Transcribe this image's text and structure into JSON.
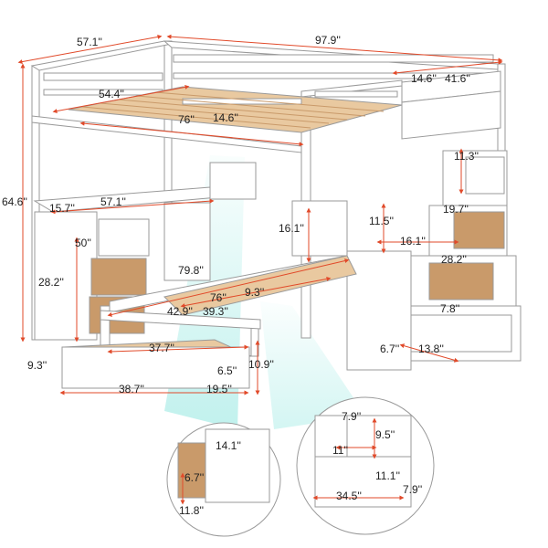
{
  "colors": {
    "furniture": "#ffffff",
    "outline": "#9a9a9a",
    "wood": "#e9c9a0",
    "drawer_inside": "#c99a6a",
    "dimension_line": "#e14a2a",
    "light_beam": "#8ee6df",
    "text": "#222222"
  },
  "dimensions": {
    "top_width": "57.1''",
    "top_length": "97.9''",
    "stair_depth": "14.6''",
    "stair_width": "41.6''",
    "mattress_width": "54.4''",
    "mattress_length": "76''",
    "guardrail_height": "14.6''",
    "overall_height": "64.6''",
    "desk_depth": "15.7''",
    "desk_length": "57.1''",
    "drawer_50": "50''",
    "desk_height": "28.2''",
    "lower_clearance": "16.1''",
    "lower_length": "79.8''",
    "lower_mattress_width": "42.9''",
    "lower_mattress_length": "76''",
    "lower_guardrail": "9.3''",
    "lower_mattress_inner": "39.3''",
    "stair_step_height": "11.3''",
    "stair_step_depth": "19.7''",
    "stair_gap": "11.5''",
    "stair_riser": "16.1''",
    "stair_drawer_width": "28.2''",
    "stair_drawer_height": "6.7''",
    "stair_drawer_depth": "13.8''",
    "stair_drawer_extra": "7.8''",
    "trundle_clearance": "9.3''",
    "trundle_width": "37.7''",
    "trundle_height": "10.9''",
    "trundle_side": "6.5''",
    "trundle_length": "38.7''",
    "trundle_depth": "19.5''",
    "detail1_width": "14.1''",
    "detail1_height": "6.7''",
    "detail1_depth": "11.8''",
    "detail2_top": "7.9''",
    "detail2_side": "9.5''",
    "detail2_mid": "11''",
    "detail2_inner": "11.1''",
    "detail2_gap": "7.9''",
    "detail2_length": "34.5''"
  }
}
